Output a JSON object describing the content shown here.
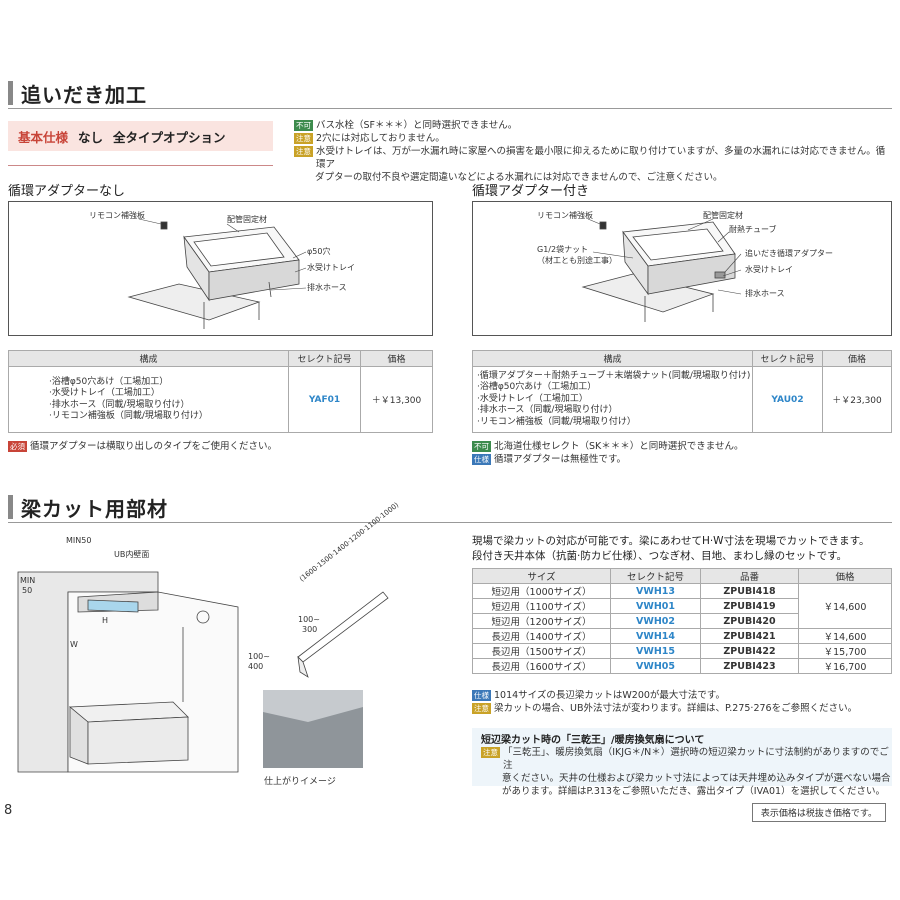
{
  "sec1": {
    "title": "追いだき加工"
  },
  "kihon": {
    "label": "基本仕様",
    "none": "なし",
    "option": "全タイプオプション"
  },
  "notes_top": [
    {
      "tag": "不可",
      "tag_color": "#3d8b4d",
      "text": "バス水栓（SF＊＊＊）と同時選択できません。"
    },
    {
      "tag": "注意",
      "tag_color": "#c9a227",
      "text": "2穴には対応しておりません。"
    },
    {
      "tag": "注意",
      "tag_color": "#c9a227",
      "text": "水受けトレイは、万が一水漏れ時に家屋への損害を最小限に抑えるために取り付けていますが、多量の水漏れには対応できません。循環ア"
    },
    {
      "tag": "",
      "tag_color": "",
      "text": "ダプターの取付不良や選定間違いなどによる水漏れには対応できませんので、ご注意ください。"
    }
  ],
  "left": {
    "subtitle": "循環アダプターなし",
    "diagram_labels": {
      "remocon": "リモコン補強板",
      "pipe": "配管固定材",
      "hole": "φ50穴",
      "tray": "水受けトレイ",
      "hose": "排水ホース"
    },
    "table": {
      "headers": [
        "構成",
        "セレクト記号",
        "価格"
      ],
      "items": [
        "·浴槽φ50穴あけ（工場加工）",
        "·水受けトレイ（工場加工）",
        "·排水ホース（同載/現場取り付け）",
        "·リモコン補強板（同載/現場取り付け）"
      ],
      "code": "YAF01",
      "price": "＋￥13,300"
    },
    "note": {
      "tag": "必須",
      "tag_color": "#c84438",
      "text": "循環アダプターは横取り出しのタイプをご使用ください。"
    }
  },
  "right": {
    "subtitle": "循環アダプター付き",
    "diagram_labels": {
      "remocon": "リモコン補強板",
      "pipe": "配管固定材",
      "tube": "耐熱チューブ",
      "nut": "G1/2袋ナット",
      "nut2": "（材工とも別途工事）",
      "adapter": "追いだき循環アダプター",
      "tray": "水受けトレイ",
      "hose": "排水ホース"
    },
    "table": {
      "headers": [
        "構成",
        "セレクト記号",
        "価格"
      ],
      "items": [
        "·循環アダプター＋耐熱チューブ＋末端袋ナット(同載/現場取り付け)",
        "·浴槽φ50穴あけ（工場加工）",
        "·水受けトレイ（工場加工）",
        "·排水ホース（同載/現場取り付け）",
        "·リモコン補強板（同載/現場取り付け）"
      ],
      "code": "YAU02",
      "price": "＋￥23,300"
    },
    "notes": [
      {
        "tag": "不可",
        "tag_color": "#3d8b4d",
        "text": "北海道仕様セレクト（SK＊＊＊）と同時選択できません。"
      },
      {
        "tag": "仕様",
        "tag_color": "#3b78b8",
        "text": "循環アダプターは無極性です。"
      }
    ]
  },
  "sec2": {
    "title": "梁カット用部材"
  },
  "beam": {
    "intro1": "現場で梁カットの対応が可能です。梁にあわせてH·W寸法を現場でカットできます。",
    "intro2": "段付き天井本体（抗菌·防カビ仕様）、つなぎ材、目地、まわし縁のセットです。",
    "diagram_labels": {
      "min50a": "MIN50",
      "ub": "UB内壁面",
      "min": "MIN",
      "fifty": "50",
      "h": "H",
      "w": "W",
      "dims": "(1600·1500·1400·1200·1100·1000)",
      "d1": "100~",
      "d2": "300",
      "d3": "100~",
      "d4": "400",
      "caption": "仕上がりイメージ"
    },
    "table": {
      "headers": [
        "サイズ",
        "セレクト記号",
        "品番",
        "価格"
      ],
      "rows": [
        {
          "size": "短辺用（1000サイズ）",
          "code": "VWH13",
          "part": "ZPUBI418",
          "price": ""
        },
        {
          "size": "短辺用（1100サイズ）",
          "code": "VWH01",
          "part": "ZPUBI419",
          "price": "￥14,600"
        },
        {
          "size": "短辺用（1200サイズ）",
          "code": "VWH02",
          "part": "ZPUBI420",
          "price": ""
        },
        {
          "size": "長辺用（1400サイズ）",
          "code": "VWH14",
          "part": "ZPUBI421",
          "price": "￥14,600"
        },
        {
          "size": "長辺用（1500サイズ）",
          "code": "VWH15",
          "part": "ZPUBI422",
          "price": "￥15,700"
        },
        {
          "size": "長辺用（1600サイズ）",
          "code": "VWH05",
          "part": "ZPUBI423",
          "price": "￥16,700"
        }
      ]
    },
    "notes": [
      {
        "tag": "仕様",
        "tag_color": "#3b78b8",
        "text": "1014サイズの長辺梁カットはW200が最大寸法です。"
      },
      {
        "tag": "注意",
        "tag_color": "#c9a227",
        "text": "梁カットの場合、UB外法寸法が変わります。詳細は、P.275·276をご参照ください。"
      }
    ],
    "attention": {
      "title": "短辺梁カット時の「三乾王」/暖房換気扇について",
      "tag": "注意",
      "line1": "「三乾王」、暖房換気扇（IKJG＊/N＊）選択時の短辺梁カットに寸法制約がありますのでご注",
      "line2": "意ください。天井の仕様および梁カット寸法によっては天井埋め込みタイプが選べない場合",
      "line3": "があります。詳細はP.313をご参照いただき、露出タイプ（IVA01）を選択してください。"
    }
  },
  "footer": {
    "page": "8",
    "price_note": "表示価格は税抜き価格です。"
  }
}
